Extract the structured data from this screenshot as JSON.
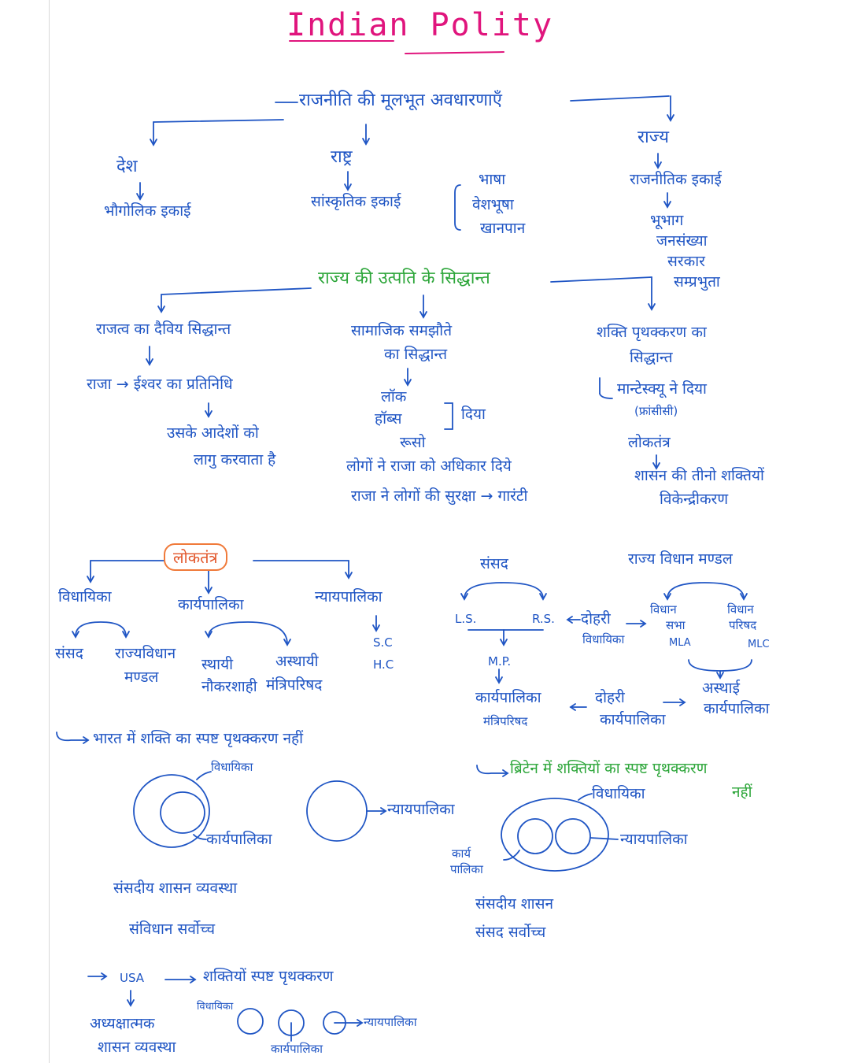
{
  "title": "Indian Polity",
  "section1": {
    "heading": "राजनीति की मूलभूत अवधारणाएँ",
    "desh": "देश",
    "desh_sub": "भौगोलिक इकाई",
    "rashtra": "राष्ट्र",
    "rashtra_sub": "सांस्कृतिक इकाई",
    "rashtra_items": [
      "भाषा",
      "वेशभूषा",
      "खानपान"
    ],
    "rajya": "राज्य",
    "rajya_sub": "राजनीतिक इकाई",
    "rajya_items": [
      "भूभाग",
      "जनसंख्या",
      "सरकार",
      "सम्प्रभुता"
    ]
  },
  "section2": {
    "heading": "राज्य की उत्पति के सिद्धान्त",
    "col1_title": "राजत्व का दैविय सिद्धान्त",
    "col1_line1": "राजा → ईश्वर का प्रतिनिधि",
    "col1_line2a": "उसके आदेशों को",
    "col1_line2b": "लागु करवाता है",
    "col2_title_a": "सामाजिक समझौते",
    "col2_title_b": "का सिद्धान्त",
    "col2_names": [
      "लॉक",
      "हॉब्स",
      "रूसो"
    ],
    "col2_gave": "दिया",
    "col2_point1": "लोगों ने राजा को अधिकार दिये",
    "col2_point2": "राजा ने लोगों की सुरक्षा → गारंटी",
    "col3_title_a": "शक्ति पृथक्करण का",
    "col3_title_b": "सिद्धान्त",
    "col3_line1": "मान्टेस्क्यू ने दिया",
    "col3_line2": "(फ्रांसीसी)",
    "col3_line3": "लोकतंत्र",
    "col3_line4a": "शासन की तीनो शक्तियों",
    "col3_line4b": "विकेन्द्रीकरण"
  },
  "section3": {
    "badge": "लोकतंत्र",
    "vidhayika": "विधायिका",
    "karyapalika": "कार्यपालिका",
    "nyayapalika": "न्यायपालिका",
    "sansad": "संसद",
    "rajya_vidhan_a": "राज्यविधान",
    "rajya_vidhan_b": "मण्डल",
    "sthayi_a": "स्थायी",
    "sthayi_b": "नौकरशाही",
    "asthayi_a": "अस्थायी",
    "asthayi_b": "मंत्रिपरिषद",
    "sc": "S.C",
    "hc": "H.C"
  },
  "section4": {
    "sansad": "संसद",
    "ls": "L.S.",
    "rs": "R.S.",
    "dohri_v": "दोहरी",
    "vidhayika": "विधायिका",
    "mp": "M.P.",
    "karyapalika": "कार्यपालिका",
    "mantriparishad": "मंत्रिपरिषद",
    "dohri_k": "दोहरी",
    "karyapalika2": "कार्यपालिका",
    "rajya_vidhan_mandal": "राज्य विधान मण्डल",
    "vidhan_sabha_a": "विधान",
    "vidhan_sabha_b": "सभा",
    "mla": "MLA",
    "vidhan_parishad_a": "विधान",
    "vidhan_parishad_b": "परिषद",
    "mlc": "MLC",
    "asthayi_a": "अस्थाई",
    "asthayi_b": "कार्यपालिका"
  },
  "section5": {
    "india_note": "भारत में शक्ति का स्पष्ट पृथक्करण नहीं",
    "vidhayika": "विधायिका",
    "karyapalika": "कार्यपालिका",
    "nyayapalika": "न्यायपालिका",
    "point1": "संसदीय शासन व्यवस्था",
    "point2": "संविधान सर्वोच्च",
    "britain_note_a": "ब्रिटेन में शक्तियों का स्पष्ट पृथक्करण",
    "britain_note_b": "नहीं",
    "b_vidhayika": "विधायिका",
    "b_karya_a": "कार्य",
    "b_karya_b": "पालिका",
    "b_nyayapalika": "न्यायपालिका",
    "b_point1": "संसदीय शासन",
    "b_point2": "संसद सर्वोच्च"
  },
  "section6": {
    "usa": "USA",
    "usa_note": "शक्तियों स्पष्ट पृथक्करण",
    "type_a": "अध्यक्षात्मक",
    "type_b": "शासन व्यवस्था",
    "vidhayika": "विधायिका",
    "karyapalika": "कार्यपालिका",
    "nyayapalika": "न्यायपालिका"
  },
  "colors": {
    "ink": "#1f55c4",
    "green": "#2da63a",
    "pink": "#e0157d",
    "orange": "#f07a3a"
  }
}
